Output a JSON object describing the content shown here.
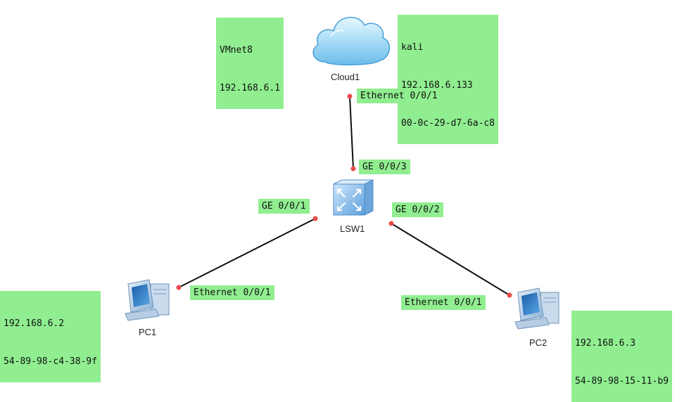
{
  "colors": {
    "label_bg": "#90ee90",
    "link": "#111111",
    "port_dot": "#e84a4a"
  },
  "devices": {
    "cloud": {
      "name": "Cloud1",
      "icon": "cloud-icon"
    },
    "switch": {
      "name": "LSW1",
      "icon": "switch-icon"
    },
    "pc1": {
      "name": "PC1",
      "icon": "pc-icon"
    },
    "pc2": {
      "name": "PC2",
      "icon": "pc-icon"
    }
  },
  "notes": {
    "vmnet8": {
      "line1": "VMnet8",
      "line2": "192.168.6.1"
    },
    "kali": {
      "line1": "kali",
      "line2": "192.168.6.133",
      "line3": "00-0c-29-d7-6a-c8"
    },
    "pc1": {
      "line1": "192.168.6.2",
      "line2": "54-89-98-c4-38-9f"
    },
    "pc2": {
      "line1": "192.168.6.3",
      "line2": "54-89-98-15-11-b9"
    }
  },
  "ports": {
    "cloud_eth": "Ethernet 0/0/1",
    "sw_ge3": "GE 0/0/3",
    "sw_ge1": "GE 0/0/1",
    "sw_ge2": "GE 0/0/2",
    "pc1_eth": "Ethernet 0/0/1",
    "pc2_eth": "Ethernet 0/0/1"
  }
}
